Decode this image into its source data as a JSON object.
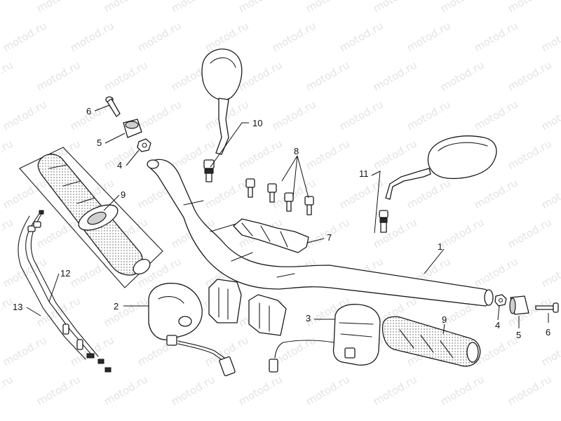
{
  "watermark": {
    "text": "motod.ru"
  },
  "colors": {
    "ink": "#1a1a1a",
    "watermark": "#e3e3e3",
    "background": "#ffffff"
  },
  "callouts": [
    {
      "id": "c1",
      "text": "1"
    },
    {
      "id": "c2",
      "text": "2"
    },
    {
      "id": "c3",
      "text": "3"
    },
    {
      "id": "c4l",
      "text": "4"
    },
    {
      "id": "c4r",
      "text": "4"
    },
    {
      "id": "c5l",
      "text": "5"
    },
    {
      "id": "c5r",
      "text": "5"
    },
    {
      "id": "c6l",
      "text": "6"
    },
    {
      "id": "c6r",
      "text": "6"
    },
    {
      "id": "c7",
      "text": "7"
    },
    {
      "id": "c8",
      "text": "8"
    },
    {
      "id": "c9l",
      "text": "9"
    },
    {
      "id": "c9r",
      "text": "9"
    },
    {
      "id": "c10",
      "text": "10"
    },
    {
      "id": "c11",
      "text": "11"
    },
    {
      "id": "c12",
      "text": "12"
    },
    {
      "id": "c13",
      "text": "13"
    }
  ]
}
